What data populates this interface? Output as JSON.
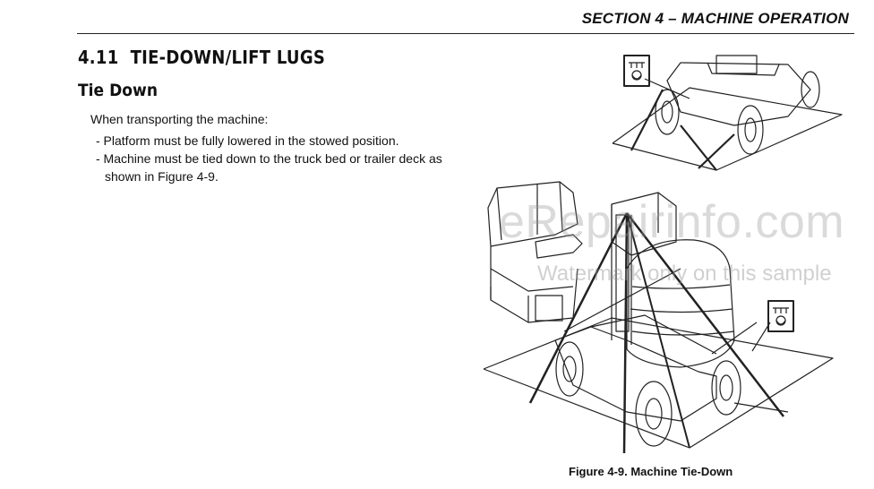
{
  "header": {
    "section": "SECTION 4 – MACHINE OPERATION"
  },
  "section_title": "4.11  TIE-DOWN/LIFT LUGS",
  "subsection_title": "Tie Down",
  "intro_text": "When transporting the machine:",
  "bullets": [
    "- Platform must be fully lowered in the stowed position.",
    "- Machine must be tied down to the truck bed or trailer deck as shown in Figure 4-9."
  ],
  "figure": {
    "caption": "Figure 4-9. Machine Tie-Down",
    "watermark": "eRepairinfo.com",
    "watermark_sub": "Watermark only on this sample"
  }
}
